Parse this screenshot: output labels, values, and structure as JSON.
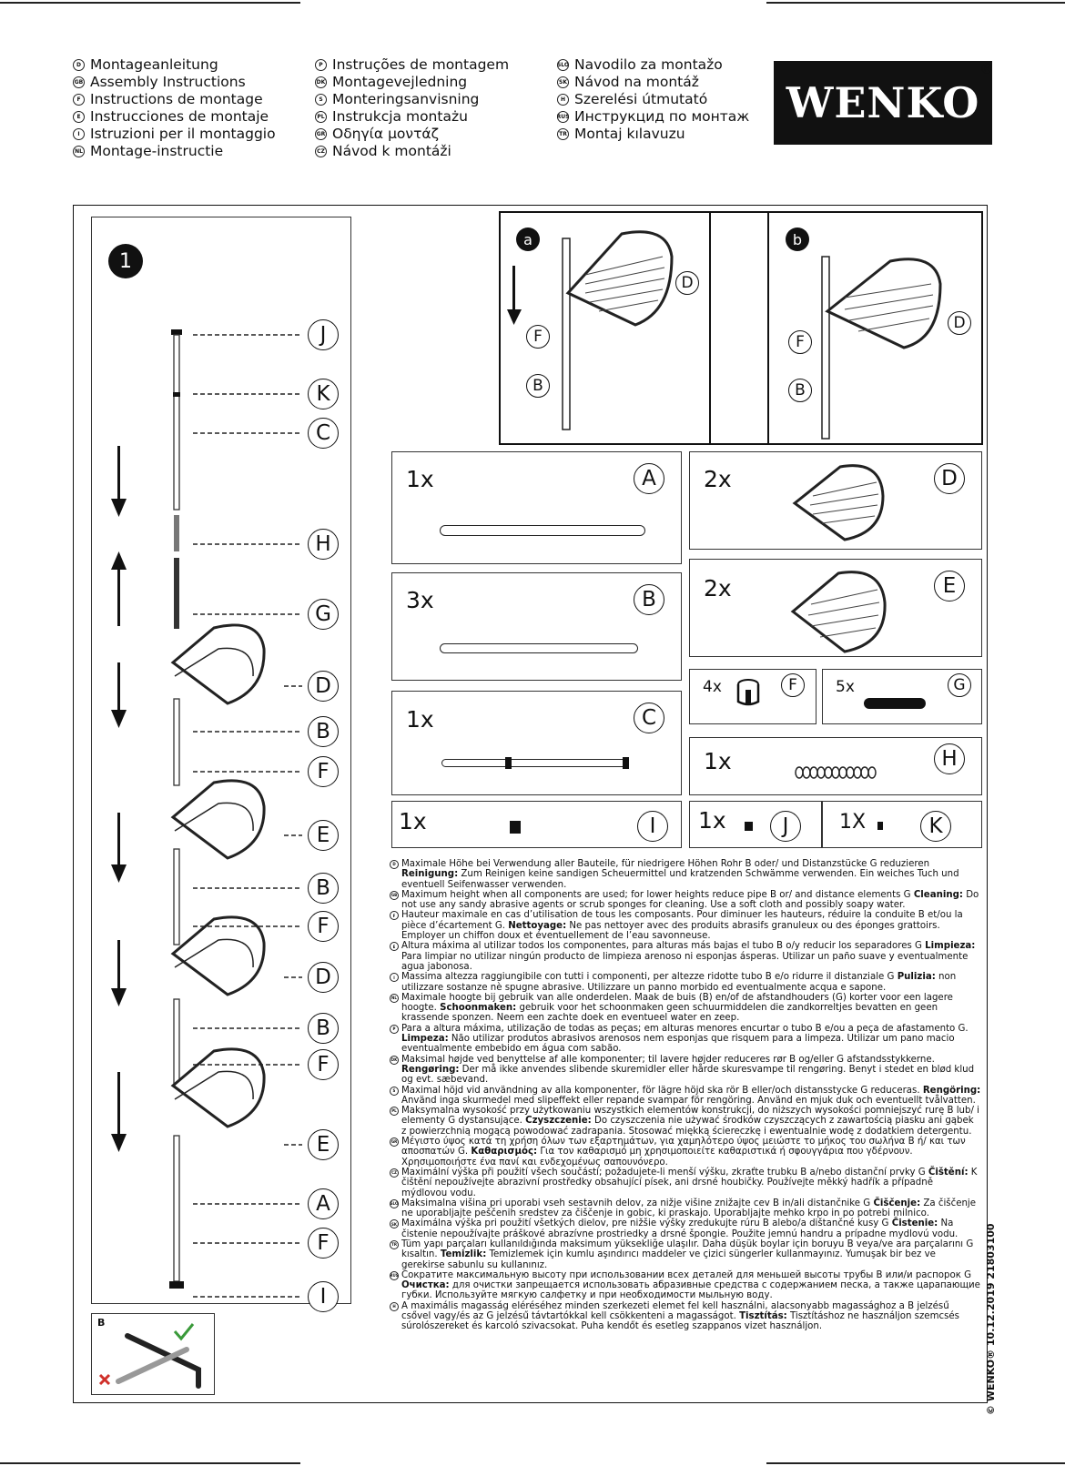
{
  "header": {
    "col1": [
      {
        "code": "D",
        "text": "Montageanleitung"
      },
      {
        "code": "GB",
        "text": "Assembly Instructions"
      },
      {
        "code": "F",
        "text": "Instructions de montage"
      },
      {
        "code": "E",
        "text": "Instrucciones de montaje"
      },
      {
        "code": "I",
        "text": "Istruzioni per il montaggio"
      },
      {
        "code": "NL",
        "text": "Montage-instructie"
      }
    ],
    "col2": [
      {
        "code": "P",
        "text": "Instruções de montagem"
      },
      {
        "code": "DK",
        "text": "Montagevejledning"
      },
      {
        "code": "S",
        "text": "Monteringsanvisning"
      },
      {
        "code": "PL",
        "text": "Instrukcja montażu"
      },
      {
        "code": "GR",
        "text": "Οδηγία μοντάζ"
      },
      {
        "code": "CZ",
        "text": "Návod k montáži"
      }
    ],
    "col3": [
      {
        "code": "SLO",
        "text": "Navodilo za montažo"
      },
      {
        "code": "SK",
        "text": "Návod na montáž"
      },
      {
        "code": "H",
        "text": "Szerelési útmutató"
      },
      {
        "code": "RUS",
        "text": "Инструкцид по монтаж"
      },
      {
        "code": "TR",
        "text": "Montaj kılavuzu"
      }
    ],
    "logo": "WENKO",
    "logo_reg": "®"
  },
  "step_number": "1",
  "detail_a": "a",
  "detail_b": "b",
  "detail_labels": {
    "D": "D",
    "F": "F",
    "B": "B"
  },
  "parts": [
    {
      "qty": "1x",
      "letter": "A"
    },
    {
      "qty": "3x",
      "letter": "B"
    },
    {
      "qty": "1x",
      "letter": "C"
    },
    {
      "qty": "1x",
      "letter": "I"
    },
    {
      "qty": "2x",
      "letter": "D"
    },
    {
      "qty": "2x",
      "letter": "E"
    },
    {
      "qty": "4x",
      "letter": "F"
    },
    {
      "qty": "5x",
      "letter": "G"
    },
    {
      "qty": "1x",
      "letter": "H"
    },
    {
      "qty": "1x",
      "letter": "J"
    },
    {
      "qty": "1X",
      "letter": "K"
    }
  ],
  "assembly_labels": [
    "J",
    "K",
    "C",
    "H",
    "G",
    "D",
    "B",
    "F",
    "E",
    "B",
    "F",
    "D",
    "B",
    "F",
    "E",
    "A",
    "F",
    "I"
  ],
  "inset_tag": "B",
  "side_text": "© WENKO® 10.12.2019  21803100",
  "instructions": [
    {
      "code": "D",
      "text": "Maximale Höhe bei Verwendung aller Bauteile, für niedrigere Höhen Rohr B oder/ und Distanzstücke G reduzieren",
      "label": "Reinigung:",
      "clean": " Zum Reinigen keine sandigen Scheuermittel und kratzenden Schwämme verwenden. Ein weiches Tuch und eventuell Seifenwasser verwenden."
    },
    {
      "code": "GB",
      "text": "Maximum height when all components are used; for lower heights reduce pipe B or/ and distance elements G",
      "label": "Cleaning:",
      "clean": " Do not use any sandy abrasive agents or scrub sponges for cleaning. Use a soft cloth and possibly soapy water."
    },
    {
      "code": "F",
      "text": "Hauteur maximale en cas d’utilisation de tous les composants. Pour diminuer les hauteurs, réduire la conduite B et/ou la pièce d’écartement G.",
      "label": "Nettoyage:",
      "clean": " Ne pas nettoyer avec des produits abrasifs granuleux ou des éponges grattoirs. Employer un chiffon doux et éventuellement de l’eau savonneuse."
    },
    {
      "code": "E",
      "text": "Altura máxima al utilizar todos los componentes, para alturas más bajas el tubo B o/y reducir los separadores G",
      "label": "Limpieza:",
      "clean": " Para limpiar no utilizar ningún producto de limpieza arenoso ni esponjas ásperas. Utilizar un paño suave y eventualmente agua jabonosa."
    },
    {
      "code": "I",
      "text": "Massima altezza raggiungibile con tutti i componenti, per altezze ridotte tubo B e/o ridurre il distanziale G",
      "label": "Pulizia:",
      "clean": " non utilizzare sostanze nè spugne abrasive. Utilizzare un panno morbido ed eventualmente acqua e sapone."
    },
    {
      "code": "NL",
      "text": "Maximale hoogte bij gebruik van alle onderdelen. Maak de buis (B) en/of de afstandhouders (G) korter voor een lagere hoogte.",
      "label": "Schoonmaken:",
      "clean": " gebruik voor het schoonmaken geen schuurmiddelen die zandkorreltjes bevatten en geen krassende sponzen. Neem een zachte doek en eventueel water en zeep."
    },
    {
      "code": "P",
      "text": "Para a altura máxima, utilização de todas as peças; em alturas menores encurtar o tubo B e/ou a peça de afastamento G.",
      "label": "Limpeza:",
      "clean": " Não utilizar produtos abrasivos arenosos nem esponjas que risquem para a limpeza. Utilizar um pano macio eventualmente embebido em água com sabão."
    },
    {
      "code": "DK",
      "text": "Maksimal højde ved benyttelse af alle komponenter; til lavere højder reduceres rør B og/eller G afstandsstykkerne.",
      "label": "Rengøring:",
      "clean": " Der må ikke anvendes slibende skuremidler eller hårde skuresvampe til rengøring. Benyt i stedet en blød klud og evt. sæbevand."
    },
    {
      "code": "S",
      "text": "Maximal höjd vid användning av alla komponenter, för lägre höjd ska rör B eller/och distansstycke G reduceras.",
      "label": "Rengöring:",
      "clean": " Använd inga skurmedel med slipeffekt eller repande svampar för rengöring. Använd en mjuk duk och eventuellt tvålvatten."
    },
    {
      "code": "PL",
      "text": "Maksymalna wysokość przy użytkowaniu wszystkich elementów konstrukcji, do niższych wysokości pomniejszyć rurę B lub/ i elementy G dystansujące.",
      "label": "Czyszczenie:",
      "clean": " Do czyszczenia nie używać środków czyszczących z zawartością piasku ani gąbek z powierzchnią mogącą powodować zadrapania. Stosować miękką ściereczkę i ewentualnie wodę z dodatkiem detergentu."
    },
    {
      "code": "GR",
      "text": "Μέγιστο ύψος κατά τη χρήση όλων των εξαρτημάτων, για χαμηλότερο ύψος μειώστε το μήκος του σωλήνα Β ή/ και των αποσπατών G.",
      "label": "Καθαρισμός:",
      "clean": " Για τον καθαρισμό μη χρησιμοποιείτε καθαριστικά ή σφουγγάρια που γδέρνουν. Χρησιμοποιήστε ένα πανί και ενδεχομένως σαπουνόνερο."
    },
    {
      "code": "CZ",
      "text": "Maximální výška při použití všech součástí; požadujete-li menší výšku, zkraťte trubku B a/nebo distanční prvky G",
      "label": "Čištění:",
      "clean": " K čištění nepoužívejte abrazivní prostředky obsahující písek, ani drsné houbičky. Používejte měkký hadřík a případně mýdlovou vodu."
    },
    {
      "code": "SLO",
      "text": "Maksimalna višina pri uporabi vseh sestavnih delov, za nižje višine znižajte cev B in/ali distančnike G",
      "label": "Čiščenje:",
      "clean": " Za čiščenje ne uporabljajte peščenih sredstev za čiščenje in gobic, ki praskajo. Uporabljajte mehko krpo in po potrebi milnico."
    },
    {
      "code": "SK",
      "text": "Maximálna výška pri použití všetkých dielov, pre nižšie výšky zredukujte rúru B alebo/a dištančné kusy G",
      "label": "Čistenie:",
      "clean": " Na čistenie nepoužívajte práškové abrazívne prostriedky a drsné špongie. Použite jemnú handru a prípadne mydlovú vodu."
    },
    {
      "code": "TR",
      "text": "Tüm yapı parçaları kullanıldığında maksimum yüksekliğe ulaşılır. Daha düşük boylar için boruyu B veya/ve ara parçalarını G kısaltın.",
      "label": "Temizlik:",
      "clean": " Temizlemek için kumlu aşındırıcı maddeler ve çizici süngerler kullanmayınız. Yumuşak bir bez ve gerekirse sabunlu su kullanınız."
    },
    {
      "code": "RUS",
      "text": "Сократите максимальную высоту при использовании всех деталей для меньшей высоты трубы В или/и распорок G",
      "label": "Очистка:",
      "clean": " для очистки запрещается использовать абразивные средства с содержанием песка, а также царапающие губки. Используйте мягкую салфетку и при необходимости мыльную воду."
    },
    {
      "code": "H",
      "text": "A maximális magasság eléréséhez minden szerkezeti elemet fel kell használni, alacsonyabb magassághoz a B jelzésű csővel vagy/és az G jelzésű távtartókkal kell csökkenteni a magasságot.",
      "label": "Tisztítás:",
      "clean": " Tisztításhoz ne használjon szemcsés súrolószereket és karcoló szivacsokat. Puha kendőt és esetleg szappanos vizet használjon."
    }
  ]
}
